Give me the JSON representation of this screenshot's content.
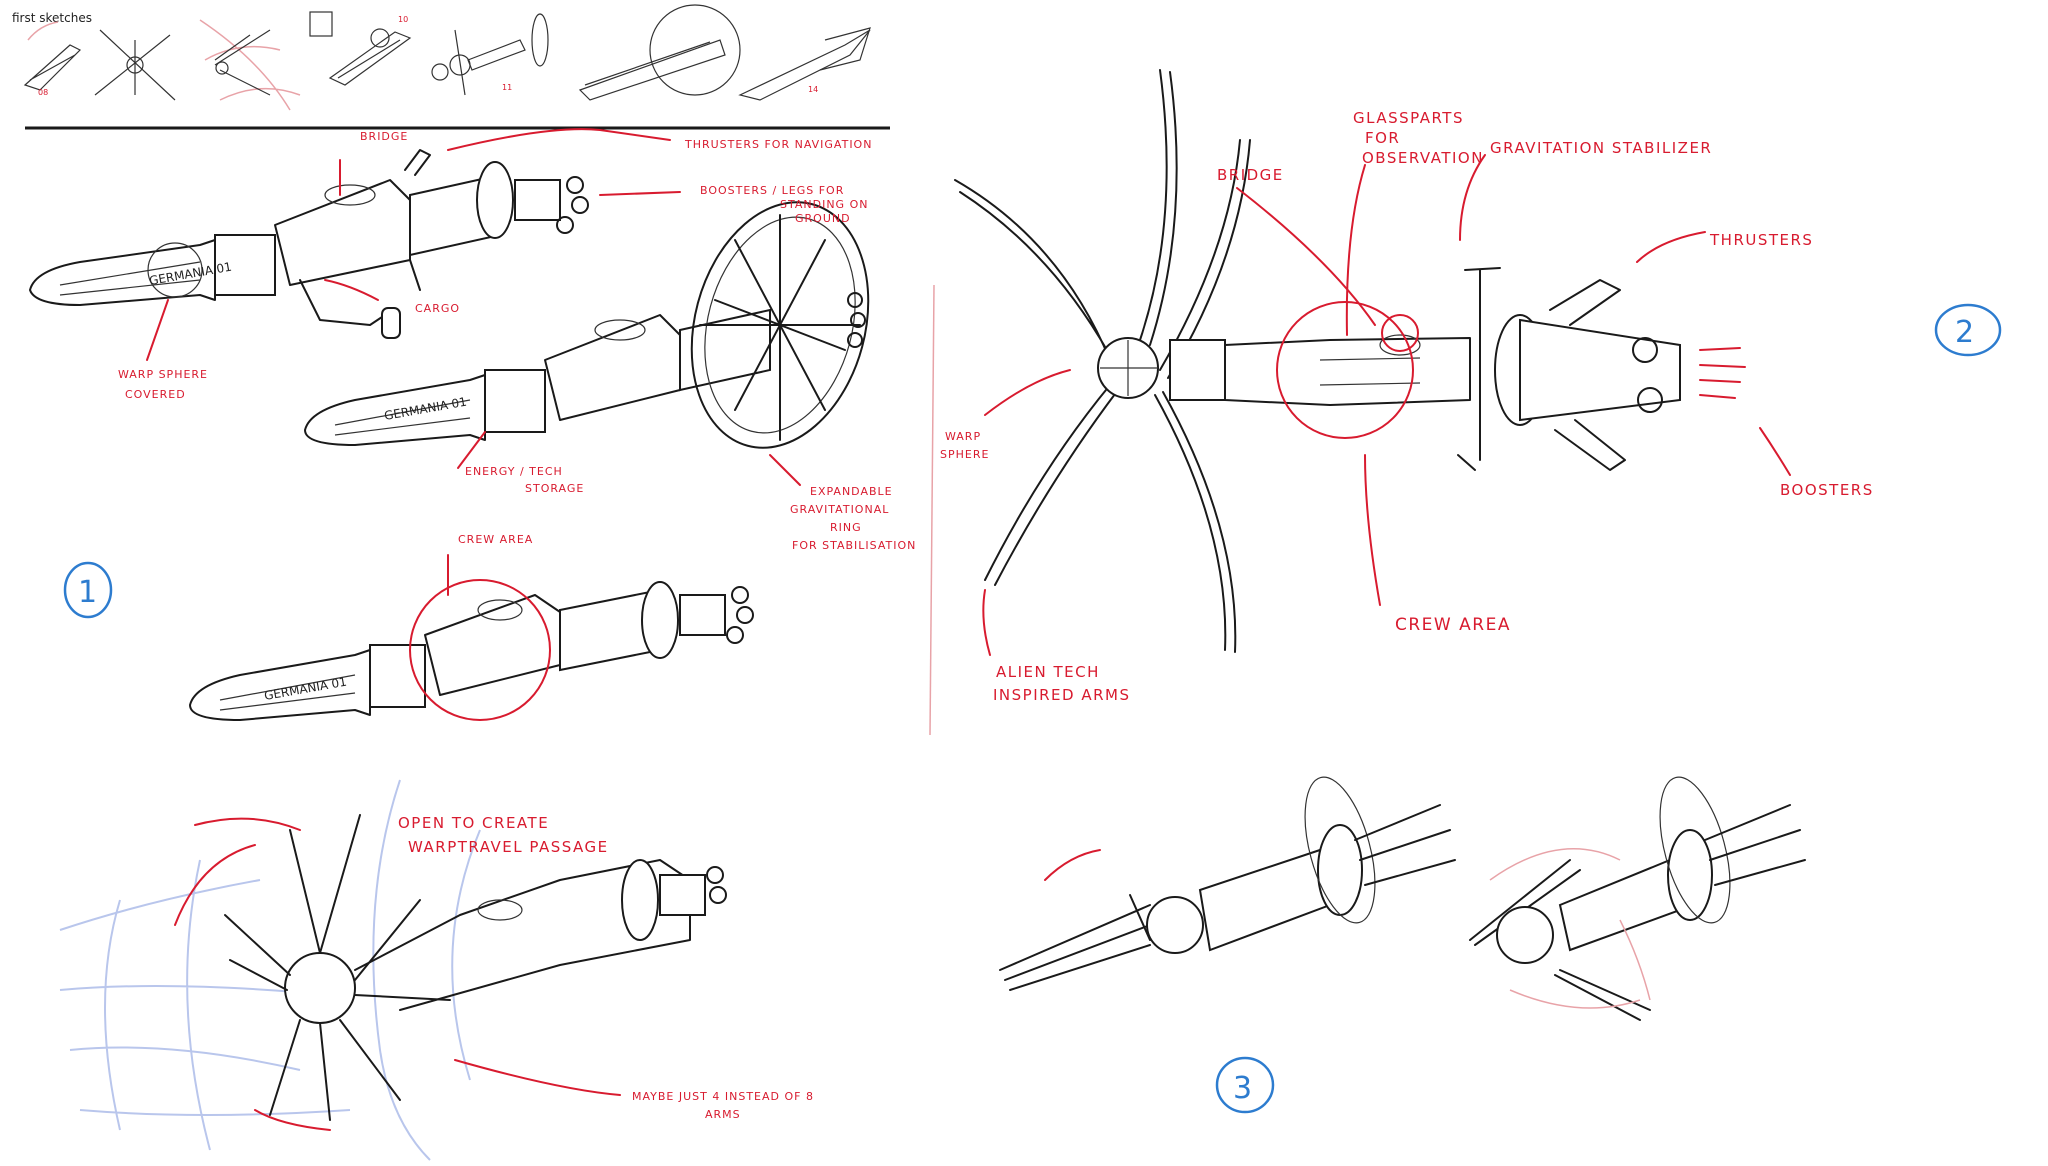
{
  "header": {
    "thumbnails_title": "first sketches",
    "thumbnail_codes": [
      "08",
      "10",
      "11",
      "14"
    ]
  },
  "section_1": {
    "number": "1",
    "labels": {
      "bridge": "BRIDGE",
      "thrusters": "THRUSTERS FOR NAVIGATION",
      "boosters_line1": "BOOSTERS / LEGS FOR",
      "boosters_line2": "STANDING ON",
      "boosters_line3": "GROUND",
      "cargo": "CARGO",
      "warp_line1": "WARP SPHERE",
      "warp_line2": "COVERED",
      "energy_line1": "ENERGY / TECH",
      "energy_line2": "STORAGE",
      "ring_line1": "EXPANDABLE",
      "ring_line2": "GRAVITATIONAL",
      "ring_line3": "RING",
      "ring_line4": "FOR STABILISATION",
      "crew": "CREW AREA",
      "open_line1": "OPEN TO CREATE",
      "open_line2": "WARPTRAVEL PASSAGE",
      "maybe_line1": "MAYBE JUST 4 INSTEAD OF 8",
      "maybe_line2": "ARMS"
    },
    "hull_marking": "GERMANIA 01"
  },
  "section_2": {
    "number": "2",
    "labels": {
      "glass_line1": "GLASSPARTS",
      "glass_line2": "FOR",
      "glass_line3": "OBSERVATION",
      "bridge": "BRIDGE",
      "grav": "GRAVITATION STABILIZER",
      "thrusters": "THRUSTERS",
      "warp_line1": "WARP",
      "warp_line2": "SPHERE",
      "boosters": "BOOSTERS",
      "crew": "CREW AREA",
      "alien_line1": "ALIEN TECH",
      "alien_line2": "INSPIRED ARMS"
    }
  },
  "section_3": {
    "number": "3"
  },
  "colors": {
    "annotation": "#d81b2f",
    "section_number": "#2d7ccf",
    "ink": "#1a1a1a",
    "warp_grid": "#b9c6ec"
  }
}
